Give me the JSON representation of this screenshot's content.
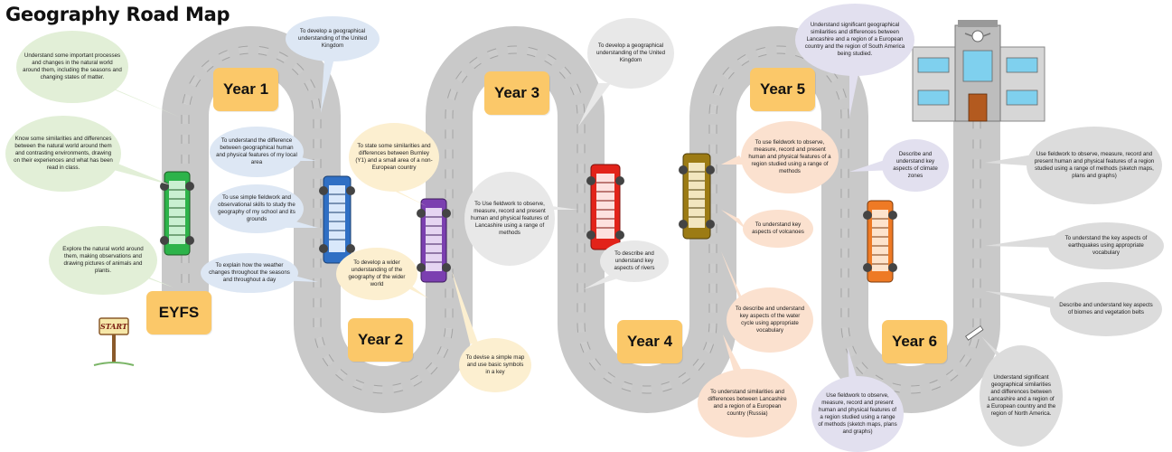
{
  "title": "Geography Road Map",
  "start_sign": "START",
  "years": {
    "eyfs": "EYFS",
    "y1": "Year 1",
    "y2": "Year 2",
    "y3": "Year 3",
    "y4": "Year 4",
    "y5": "Year 5",
    "y6": "Year 6"
  },
  "colors": {
    "road": "#c9c9c9",
    "lane_marker": "#ffffff",
    "year_label": "#fbc869",
    "bus_green": "#2db34a",
    "bus_blue": "#2f6fc4",
    "bus_purple": "#7b3fb0",
    "bus_red": "#e2231a",
    "bus_olive": "#9c7b14",
    "bus_orange": "#ee7a25"
  },
  "objectives": {
    "eyfs_1": "Understand some important processes and changes in the natural world around them, including the seasons and changing states of matter.",
    "eyfs_2": "Know some similarities and differences between the natural world around them and contrasting environments, drawing on their experiences and what has been read in class.",
    "eyfs_3": "Explore the natural world around them, making observations and drawing pictures of animals and plants.",
    "y1_1": "To develop a geographical understanding of the United Kingdom",
    "y1_2": "To understand the difference between geographical human and physical features of my local area",
    "y1_3": "To use simple fieldwork and observational skills to study the geography of my school and its grounds",
    "y1_4": "To explain how the weather changes throughout the seasons and throughout a day",
    "y2_1": "To state some similarities and differences between Burnley (Y1) and a small area of a non-European country",
    "y2_2": "To develop a wider understanding of the geography of the wider world",
    "y2_3": "To devise a simple map and use basic symbols in a key",
    "y3_1": "To develop a geographical understanding of the United Kingdom",
    "y3_2": "To Use fieldwork to observe, measure, record and present human and physical features of Lancashire using a range of methods",
    "y3_3": "To describe and understand key aspects of rivers",
    "y4_1": "To use fieldwork to observe, measure, record and present human and physical features of a region studied using a range of methods",
    "y4_2": "To understand key aspects of volcanoes",
    "y4_3": "To describe and understand key aspects of the water cycle using appropriate vocabulary",
    "y4_4": "To understand similarities and differences between Lancashire and a region of a European country (Russia)",
    "y5_1": "Understand significant geographical similarities and differences between Lancashire and a region of a European country and the region of South America being studied.",
    "y5_2": "Describe and understand key aspects of climate zones",
    "y5_3": "Use fieldwork to observe, measure, record and present human and physical features of a region studied using a range of methods (sketch maps, plans and graphs)",
    "y6_1": "Use fieldwork to observe, measure, record and present human and physical features of a region studied using a range of methods (sketch maps, plans and graphs)",
    "y6_2": "To understand the key aspects of earthquakes using appropriate vocabulary",
    "y6_3": "Describe and understand key aspects of biomes and vegetation belts",
    "y6_4": "Understand significant geographical similarities and differences between Lancashire and a region of a European country and the region of North America."
  }
}
